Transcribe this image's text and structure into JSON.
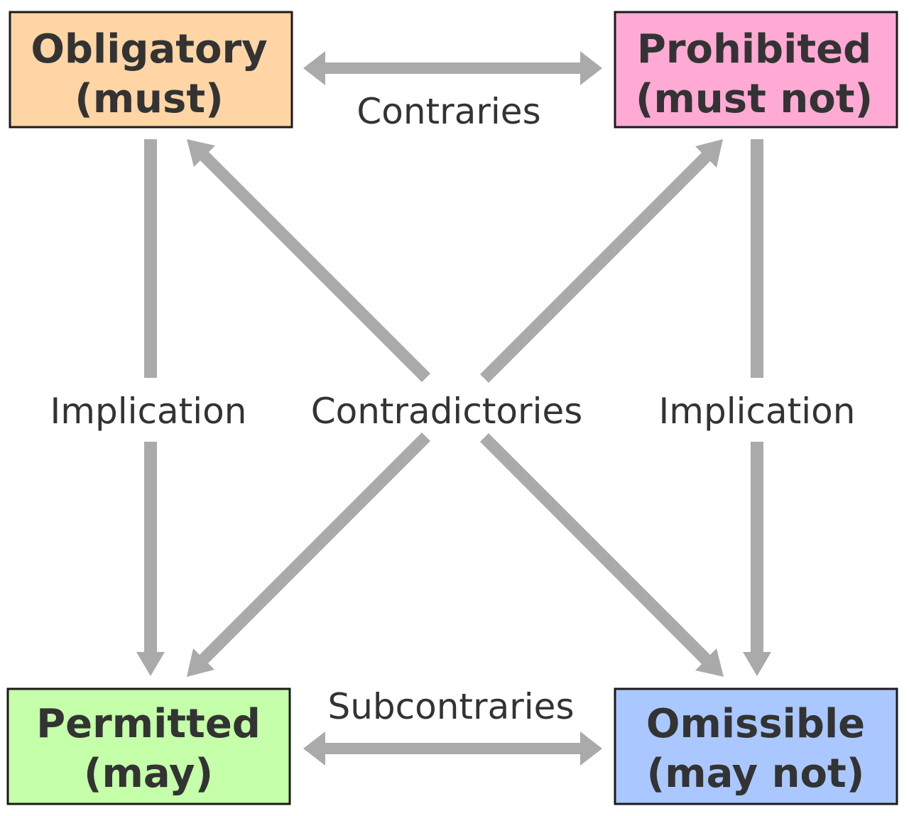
{
  "boxes": {
    "obligatory": {
      "line1": "Obligatory",
      "line2": "(must)",
      "fill": "#ffd5a5"
    },
    "prohibited": {
      "line1": "Prohibited",
      "line2": "(must not)",
      "fill": "#ffaad5"
    },
    "permitted": {
      "line1": "Permitted",
      "line2": "(may)",
      "fill": "#c5ffaa"
    },
    "omissible": {
      "line1": "Omissible",
      "line2": "(may not)",
      "fill": "#aac8ff"
    }
  },
  "relations": {
    "contraries": "Contraries",
    "subcontraries": "Subcontraries",
    "implication_left": "Implication",
    "implication_right": "Implication",
    "contradictories": "Contradictories"
  },
  "colors": {
    "arrow": "#aaaaaa",
    "text": "#333333",
    "border": "#1a1a1a"
  }
}
